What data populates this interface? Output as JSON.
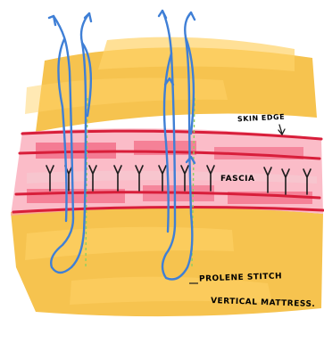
{
  "colors": {
    "fat": "#f5b830",
    "fat_light": "#ffd36a",
    "skin": "#f05070",
    "skin_light": "#f9a0b0",
    "skin_edge_line": "#d81e3a",
    "suture": "#3f7fd6",
    "suture_dashed": "#8fcf60",
    "ink": "#1d1d1d"
  },
  "icons": {
    "hair_follicle": "y-shaped-follicle-icon",
    "arrow": "arrowhead-icon"
  },
  "labels": {
    "skin_edge": "SKIN EDGE",
    "fascia": "FASCIA",
    "stitch_line1": "PROLENE STITCH",
    "stitch_line2": "VERTICAL MATTRESS."
  }
}
